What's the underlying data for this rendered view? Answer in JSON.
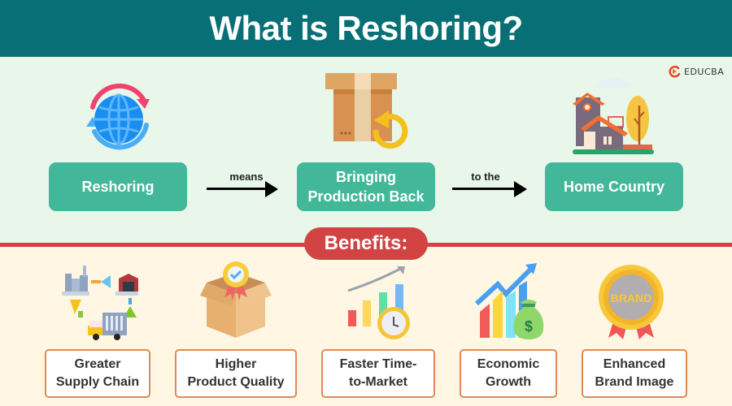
{
  "header": {
    "title": "What is Reshoring?"
  },
  "logo": {
    "text": "EDUCBA",
    "icon": "educba-logo-icon"
  },
  "flow": {
    "steps": [
      {
        "lines": [
          "Reshoring"
        ],
        "icon": "globe-cycle-icon"
      },
      {
        "lines": [
          "Bringing",
          "Production Back"
        ],
        "icon": "box-return-icon"
      },
      {
        "lines": [
          "Home Country"
        ],
        "icon": "house-icon"
      }
    ],
    "connectors": [
      "means",
      "to the"
    ]
  },
  "benefits": {
    "label": "Benefits:",
    "items": [
      {
        "lines": [
          "Greater",
          "Supply Chain"
        ],
        "icon": "supply-chain-icon"
      },
      {
        "lines": [
          "Higher",
          "Product Quality"
        ],
        "icon": "quality-box-icon"
      },
      {
        "lines": [
          "Faster Time-",
          "to-Market"
        ],
        "icon": "growth-clock-icon"
      },
      {
        "lines": [
          "Economic",
          "Growth"
        ],
        "icon": "money-growth-icon"
      },
      {
        "lines": [
          "Enhanced",
          "Brand Image"
        ],
        "icon": "brand-badge-icon"
      }
    ],
    "brand_badge_text": "BRAND",
    "money_symbol": "$"
  },
  "colors": {
    "header_bg": "#076f75",
    "top_bg": "#e8f7e9",
    "bottom_bg": "#fff7e3",
    "accent_red": "#d24444",
    "flow_box": "#42b79a",
    "benefit_border": "#e08a52"
  }
}
